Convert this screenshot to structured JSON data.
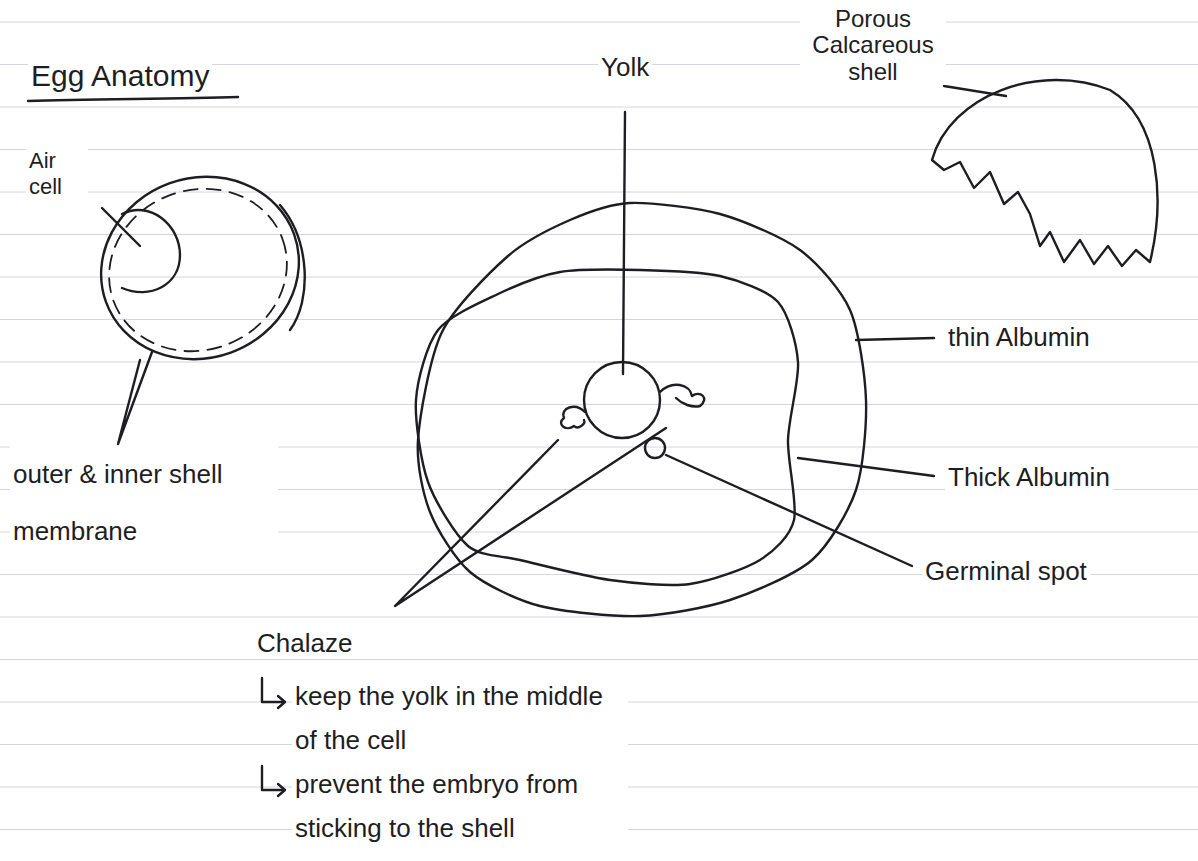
{
  "diagram": {
    "title": "Egg Anatomy",
    "labels": [
      "Air cell",
      "Yolk",
      "Porous Calcareous shell",
      "thin Albumin",
      "Thick Albumin",
      "Germinal spot",
      "outer & inner shell membrane",
      "Chalaze",
      "keep the yolk in the middle of the cell",
      "prevent the embryo from sticking to the shell"
    ]
  }
}
